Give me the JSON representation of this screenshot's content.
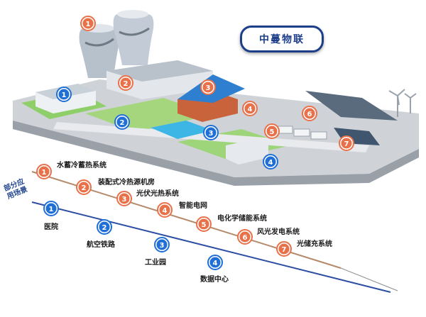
{
  "brand": {
    "title": "中蔓物联",
    "color": "#1d3f8a"
  },
  "colors": {
    "orange": "#e8714a",
    "blue": "#1f6fd6",
    "orange_line": "#b48a6a",
    "blue_line": "#2c4ea3"
  },
  "side_label": "部分应用场景",
  "orange_items": [
    {
      "num": "1",
      "label": "水蓄冷蓄热系统"
    },
    {
      "num": "2",
      "label": "装配式冷热源机房"
    },
    {
      "num": "3",
      "label": "光伏光热系统"
    },
    {
      "num": "4",
      "label": "智能电网"
    },
    {
      "num": "5",
      "label": "电化学储能系统"
    },
    {
      "num": "6",
      "label": "风光发电系统"
    },
    {
      "num": "7",
      "label": "光储充系统"
    }
  ],
  "blue_items": [
    {
      "num": "1",
      "label": "医院"
    },
    {
      "num": "2",
      "label": "航空铁路"
    },
    {
      "num": "3",
      "label": "工业园"
    },
    {
      "num": "4",
      "label": "数据中心"
    }
  ],
  "scene_orange_markers": [
    "1",
    "2",
    "3",
    "4",
    "5",
    "6",
    "7"
  ],
  "scene_blue_markers": [
    "1",
    "2",
    "3",
    "4"
  ]
}
